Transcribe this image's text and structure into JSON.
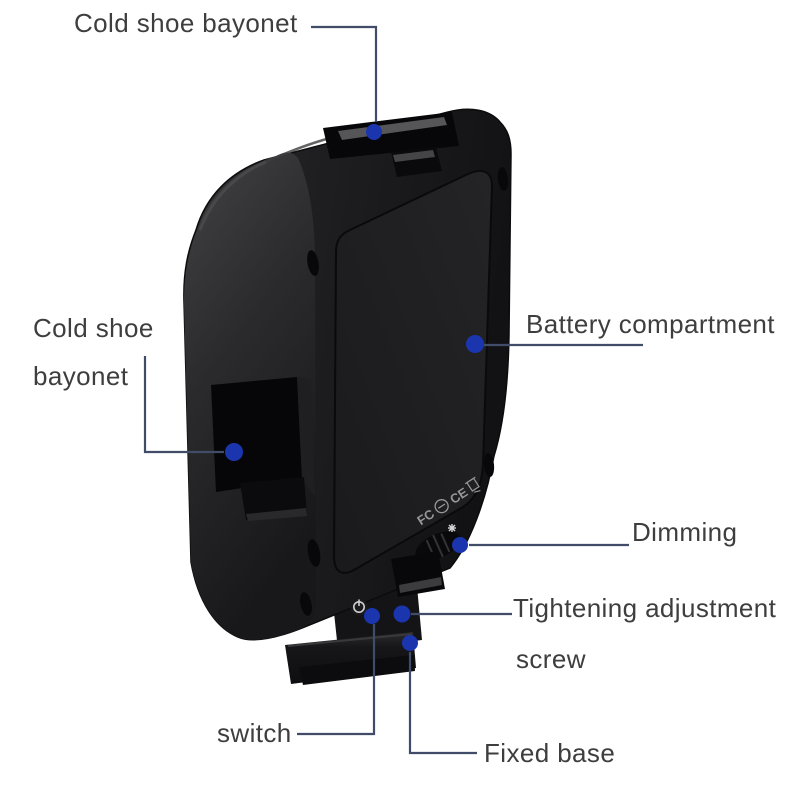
{
  "labels": {
    "top_cold_shoe": "Cold shoe bayonet",
    "left_cold_shoe_line1": "Cold shoe",
    "left_cold_shoe_line2": "bayonet",
    "battery_compartment": "Battery compartment",
    "dimming": "Dimming",
    "tightening_line1": "Tightening adjustment",
    "tightening_line2": "screw",
    "switch": "switch",
    "fixed_base": "Fixed base"
  },
  "product_markings": {
    "fcc": "FC",
    "ce": "CE"
  },
  "icons": {
    "power": "power-icon",
    "brightness": "brightness-icon",
    "circled_mark": "circled-dash-icon",
    "weee_bin": "weee-bin-icon"
  },
  "colors": {
    "background": "#ffffff",
    "label_text": "#3e3e3e",
    "leader_line": "#414c68",
    "callout_dot": "#1a35ae",
    "body_black": "#1c1c1e"
  }
}
